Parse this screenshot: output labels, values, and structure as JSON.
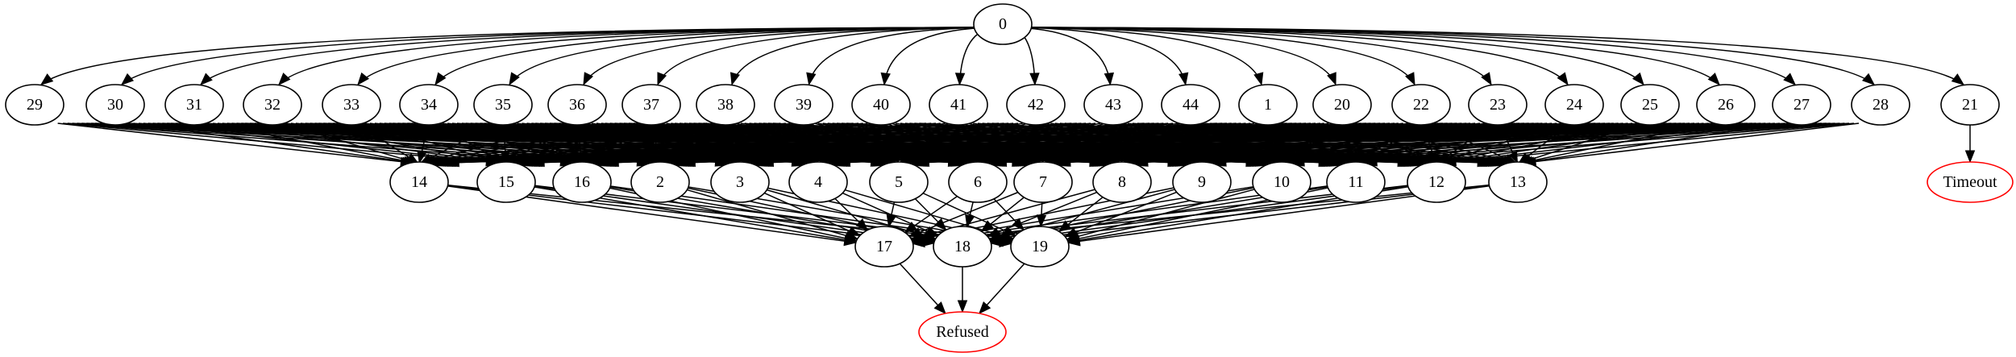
{
  "graph": {
    "nodes": [
      {
        "id": "0",
        "label": "0"
      },
      {
        "id": "29",
        "label": "29"
      },
      {
        "id": "30",
        "label": "30"
      },
      {
        "id": "31",
        "label": "31"
      },
      {
        "id": "32",
        "label": "32"
      },
      {
        "id": "33",
        "label": "33"
      },
      {
        "id": "34",
        "label": "34"
      },
      {
        "id": "35",
        "label": "35"
      },
      {
        "id": "36",
        "label": "36"
      },
      {
        "id": "37",
        "label": "37"
      },
      {
        "id": "38",
        "label": "38"
      },
      {
        "id": "39",
        "label": "39"
      },
      {
        "id": "40",
        "label": "40"
      },
      {
        "id": "41",
        "label": "41"
      },
      {
        "id": "42",
        "label": "42"
      },
      {
        "id": "43",
        "label": "43"
      },
      {
        "id": "44",
        "label": "44"
      },
      {
        "id": "1",
        "label": "1"
      },
      {
        "id": "20",
        "label": "20"
      },
      {
        "id": "22",
        "label": "22"
      },
      {
        "id": "23",
        "label": "23"
      },
      {
        "id": "24",
        "label": "24"
      },
      {
        "id": "25",
        "label": "25"
      },
      {
        "id": "26",
        "label": "26"
      },
      {
        "id": "27",
        "label": "27"
      },
      {
        "id": "28",
        "label": "28"
      },
      {
        "id": "21",
        "label": "21"
      },
      {
        "id": "14",
        "label": "14"
      },
      {
        "id": "15",
        "label": "15"
      },
      {
        "id": "16",
        "label": "16"
      },
      {
        "id": "2",
        "label": "2"
      },
      {
        "id": "3",
        "label": "3"
      },
      {
        "id": "4",
        "label": "4"
      },
      {
        "id": "5",
        "label": "5"
      },
      {
        "id": "6",
        "label": "6"
      },
      {
        "id": "7",
        "label": "7"
      },
      {
        "id": "8",
        "label": "8"
      },
      {
        "id": "9",
        "label": "9"
      },
      {
        "id": "10",
        "label": "10"
      },
      {
        "id": "11",
        "label": "11"
      },
      {
        "id": "12",
        "label": "12"
      },
      {
        "id": "13",
        "label": "13"
      },
      {
        "id": "Timeout",
        "label": "Timeout",
        "terminal": true
      },
      {
        "id": "17",
        "label": "17"
      },
      {
        "id": "18",
        "label": "18"
      },
      {
        "id": "19",
        "label": "19"
      },
      {
        "id": "Refused",
        "label": "Refused",
        "terminal": true
      }
    ],
    "edge_color": "#000000",
    "node_stroke": "#000000",
    "terminal_stroke": "#ff0000",
    "edges": [
      [
        "0",
        "29"
      ],
      [
        "0",
        "30"
      ],
      [
        "0",
        "31"
      ],
      [
        "0",
        "32"
      ],
      [
        "0",
        "33"
      ],
      [
        "0",
        "34"
      ],
      [
        "0",
        "35"
      ],
      [
        "0",
        "36"
      ],
      [
        "0",
        "37"
      ],
      [
        "0",
        "38"
      ],
      [
        "0",
        "39"
      ],
      [
        "0",
        "40"
      ],
      [
        "0",
        "41"
      ],
      [
        "0",
        "42"
      ],
      [
        "0",
        "43"
      ],
      [
        "0",
        "44"
      ],
      [
        "0",
        "1"
      ],
      [
        "0",
        "20"
      ],
      [
        "0",
        "22"
      ],
      [
        "0",
        "23"
      ],
      [
        "0",
        "24"
      ],
      [
        "0",
        "25"
      ],
      [
        "0",
        "26"
      ],
      [
        "0",
        "27"
      ],
      [
        "0",
        "28"
      ],
      [
        "0",
        "21"
      ],
      [
        "21",
        "Timeout"
      ],
      [
        "14",
        "17"
      ],
      [
        "14",
        "18"
      ],
      [
        "14",
        "19"
      ],
      [
        "15",
        "17"
      ],
      [
        "15",
        "18"
      ],
      [
        "15",
        "19"
      ],
      [
        "16",
        "17"
      ],
      [
        "16",
        "18"
      ],
      [
        "16",
        "19"
      ],
      [
        "2",
        "17"
      ],
      [
        "2",
        "18"
      ],
      [
        "2",
        "19"
      ],
      [
        "3",
        "17"
      ],
      [
        "3",
        "18"
      ],
      [
        "3",
        "19"
      ],
      [
        "4",
        "17"
      ],
      [
        "4",
        "18"
      ],
      [
        "4",
        "19"
      ],
      [
        "5",
        "17"
      ],
      [
        "5",
        "18"
      ],
      [
        "5",
        "19"
      ],
      [
        "6",
        "17"
      ],
      [
        "6",
        "18"
      ],
      [
        "6",
        "19"
      ],
      [
        "7",
        "17"
      ],
      [
        "7",
        "18"
      ],
      [
        "7",
        "19"
      ],
      [
        "8",
        "17"
      ],
      [
        "8",
        "18"
      ],
      [
        "8",
        "19"
      ],
      [
        "9",
        "17"
      ],
      [
        "9",
        "18"
      ],
      [
        "9",
        "19"
      ],
      [
        "10",
        "17"
      ],
      [
        "10",
        "18"
      ],
      [
        "10",
        "19"
      ],
      [
        "11",
        "17"
      ],
      [
        "11",
        "18"
      ],
      [
        "11",
        "19"
      ],
      [
        "12",
        "17"
      ],
      [
        "12",
        "18"
      ],
      [
        "12",
        "19"
      ],
      [
        "13",
        "17"
      ],
      [
        "13",
        "18"
      ],
      [
        "13",
        "19"
      ],
      [
        "17",
        "Refused"
      ],
      [
        "19",
        "Refused"
      ],
      [
        "18",
        "Refused"
      ]
    ],
    "dense_sources": [
      "29",
      "30",
      "31",
      "32",
      "33",
      "34",
      "35",
      "36",
      "37",
      "38",
      "39",
      "40",
      "41",
      "42",
      "43",
      "44",
      "1",
      "20",
      "22",
      "23",
      "24",
      "25",
      "26",
      "27",
      "28"
    ],
    "dense_targets": [
      "14",
      "15",
      "16",
      "2",
      "3",
      "4",
      "5",
      "6",
      "7",
      "8",
      "9",
      "10",
      "11",
      "12",
      "13"
    ]
  }
}
